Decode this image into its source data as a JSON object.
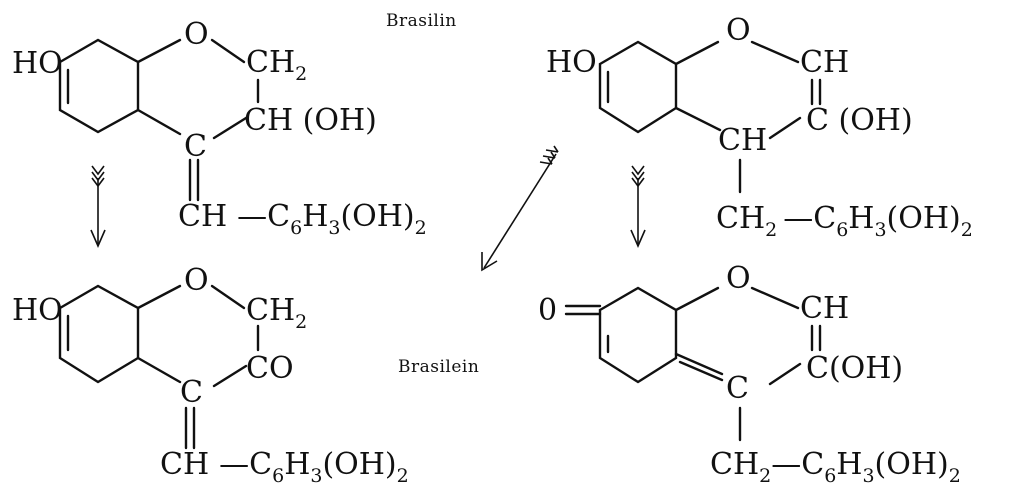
{
  "captions": {
    "top": "Brasilin",
    "middle": "Brasilein"
  },
  "labels": {
    "ho": "HO",
    "o": "O",
    "ch2": "CH",
    "ch2_sub": "2",
    "ch_oh": "CH (OH)",
    "c": "C",
    "ch": "CH",
    "co": "CO",
    "c_oh": "C (OH)",
    "c_oh_b": "C(OH)",
    "zero": "0",
    "dash": "—",
    "c6": "C",
    "c6_sub": "6",
    "h3": "H",
    "h3_sub": "3",
    "oh2": "(OH)",
    "oh2_sub": "2"
  }
}
